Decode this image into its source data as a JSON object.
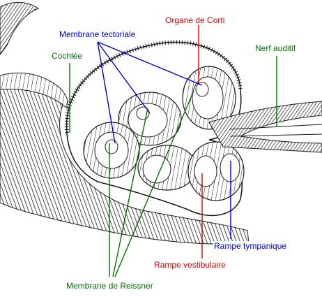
{
  "colors": {
    "red": "#d00000",
    "blue": "#0000c8",
    "green": "#007000",
    "ink": "#1a1a1a"
  },
  "labels": {
    "organe_de_corti": "Organe de Corti",
    "membrane_tectoriale": "Membrane tectoriale",
    "cochlee": "Cochlée",
    "nerf_auditif": "Nerf auditif",
    "rampe_tympanique": "Rampe tympanique",
    "rampe_vestibulaire": "Rampe vestibulaire",
    "membrane_de_reissner": "Membrane de Reissner"
  }
}
